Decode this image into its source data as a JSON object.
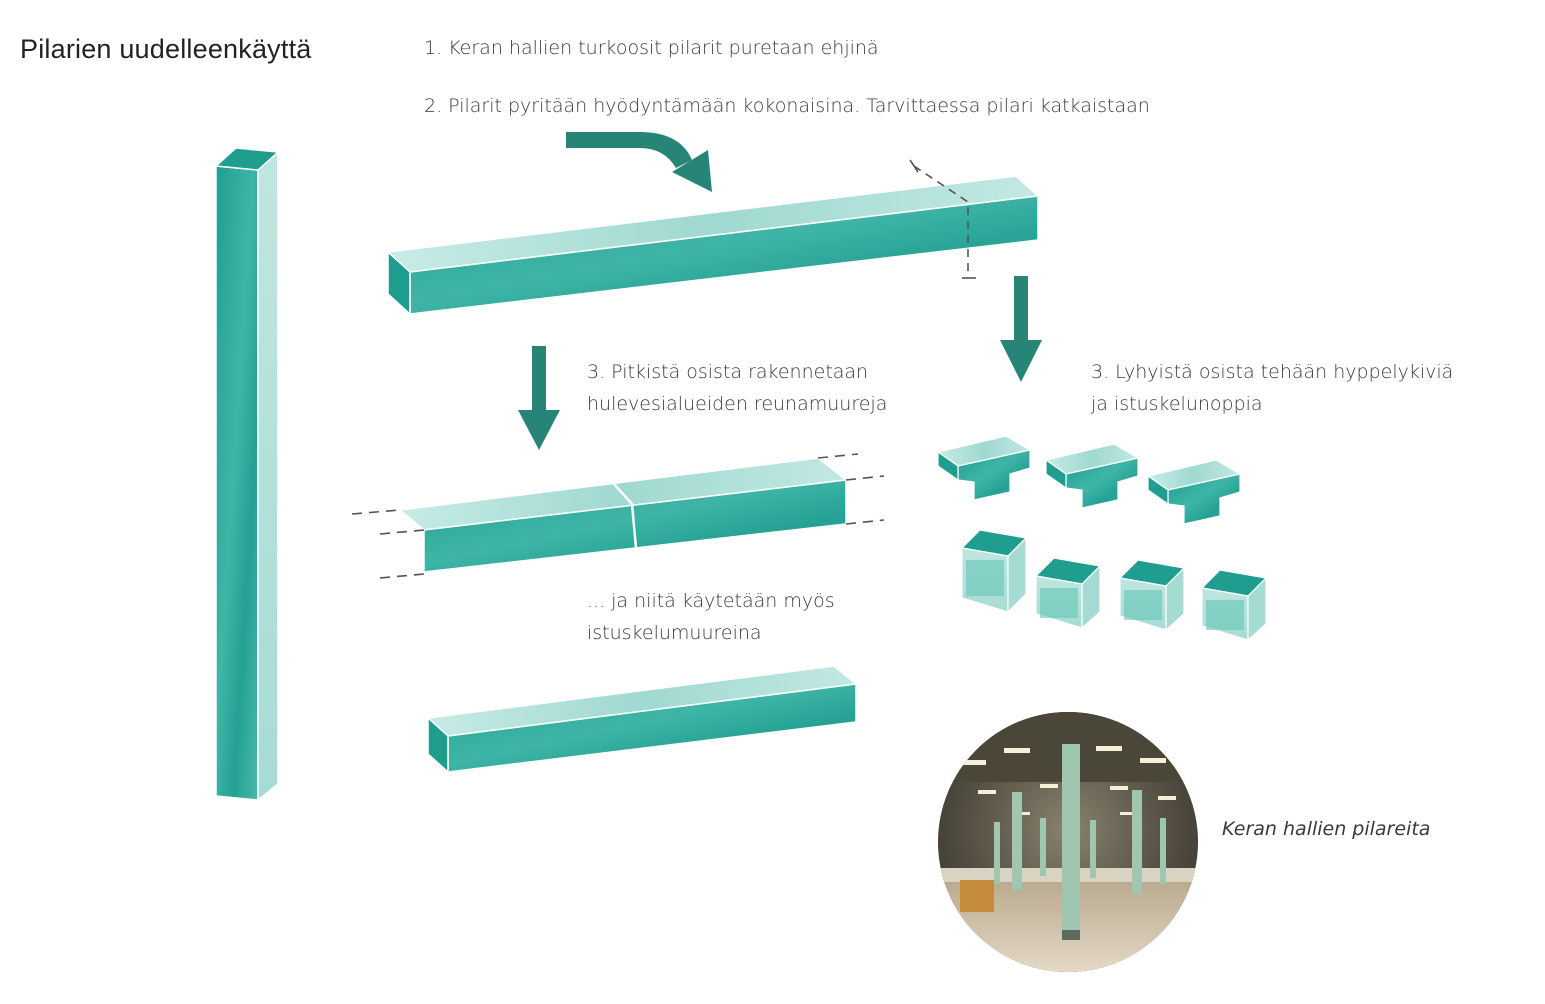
{
  "title": "Pilarien uudelleenkäyttä",
  "steps": {
    "step1": "1. Keran hallien turkoosit pilarit puretaan ehjinä",
    "step2": "2. Pilarit pyritään hyödyntämään kokonaisina. Tarvittaessa pilari katkaistaan",
    "step3_long": [
      "3. Pitkistä osista rakennetaan",
      "hulevesialueiden reunamuureja"
    ],
    "step3_short": [
      "3. Lyhyistä osista tehään hyppelykiviä",
      "ja istuskelunoppia"
    ],
    "also": [
      "... ja niitä käytetään myös",
      "istuskelumuureina"
    ]
  },
  "photo_caption": "Keran hallien pilareita",
  "colors": {
    "teal_dark": "#1f9e8f",
    "teal_mid": "#3bb3a4",
    "teal_light": "#bfe5e0",
    "arrow": "#268576",
    "dash": "#555555"
  }
}
